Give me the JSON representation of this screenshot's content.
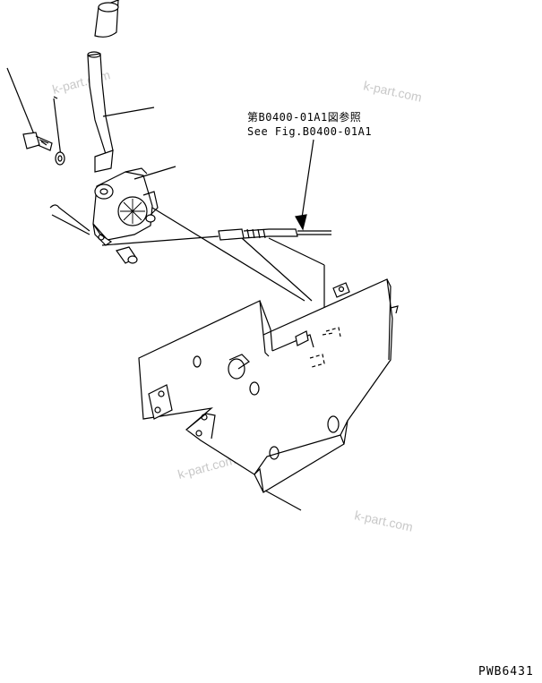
{
  "reference": {
    "japanese": "第B0400-01A1図参照",
    "english": "See Fig.B0400-01A1"
  },
  "drawing_number": "PWB6431",
  "watermarks": [
    "k-part.com",
    "k-part.com",
    "k-part.com",
    "k-part.com"
  ]
}
